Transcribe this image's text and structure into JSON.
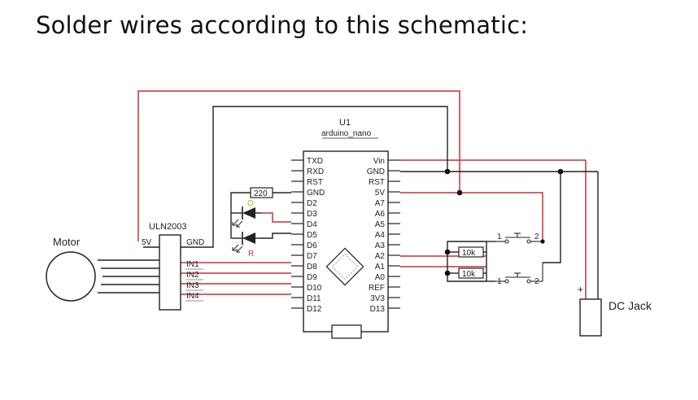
{
  "heading": "Solder wires according to this schematic:",
  "colors": {
    "wire_red": "#c83232",
    "wire_black": "#222222",
    "led_label": "#d4a020",
    "background": "#ffffff"
  },
  "nano": {
    "ref": "U1",
    "part": "arduino_nano",
    "left_pins": [
      "TXD",
      "RXD",
      "RST",
      "GND",
      "D2",
      "D3",
      "D4",
      "D5",
      "D6",
      "D7",
      "D8",
      "D9",
      "D10",
      "D11",
      "D12"
    ],
    "right_pins": [
      "Vin",
      "GND",
      "RST",
      "5V",
      "A7",
      "A6",
      "A5",
      "A4",
      "A3",
      "A2",
      "A1",
      "A0",
      "REF",
      "3V3",
      "D13"
    ]
  },
  "driver": {
    "name": "ULN2003",
    "power_label": "5V",
    "ground_label": "GND",
    "inputs": [
      "IN1",
      "IN2",
      "IN3",
      "IN4"
    ]
  },
  "motor": {
    "label": "Motor"
  },
  "resistor_led": {
    "value": "220"
  },
  "leds": [
    {
      "label": "O"
    },
    {
      "label": "R"
    }
  ],
  "pullups": [
    {
      "value": "10k"
    },
    {
      "value": "10k"
    }
  ],
  "buttons": [
    {
      "pin1": "1",
      "pin2": "2"
    },
    {
      "pin1": "1",
      "pin2": "2"
    }
  ],
  "dc_jack": {
    "label": "DC Jack",
    "polarity": "+"
  }
}
